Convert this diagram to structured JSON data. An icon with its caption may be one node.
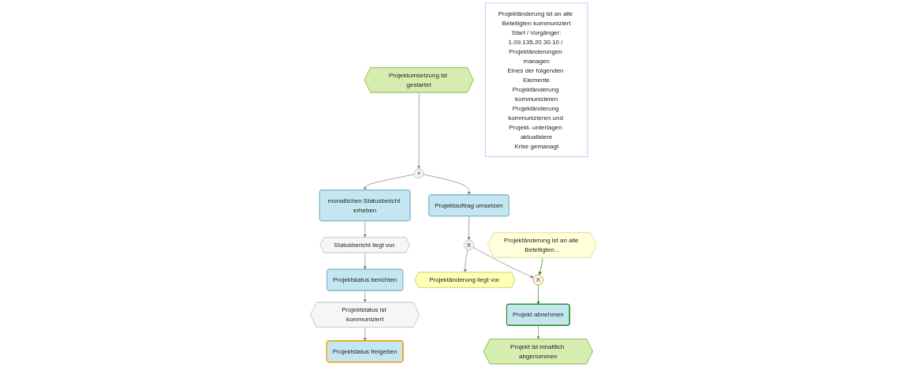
{
  "diagram": {
    "nodes": [
      {
        "text": [
          "Projektumsetzung ist gestartet"
        ]
      },
      {
        "text": [
          "+"
        ]
      },
      {
        "text": [
          "monatlichen Statusbericht erheben"
        ]
      },
      {
        "text": [
          "Projektauftrag umsetzen"
        ]
      },
      {
        "text": [
          "Statusbericht liegt vor."
        ]
      },
      {
        "text": [
          "X"
        ]
      },
      {
        "text": [
          "Projektänderung liegt vor."
        ]
      },
      {
        "text": [
          "Projektstatus berichten"
        ]
      },
      {
        "text": [
          "Projektänderung ist an alle Beteiligten..."
        ]
      },
      {
        "text": [
          "X"
        ]
      },
      {
        "text": [
          "Projektstatus ist kommuniziert"
        ]
      },
      {
        "text": [
          "Projektstatus freigeben"
        ]
      },
      {
        "text": [
          "Projekt abnehmen"
        ]
      },
      {
        "text": [
          "Projekt ist inhaltlich abgenommen"
        ]
      },
      {
        "text": [
          "Projektänderung ist an alle Beteiligten kommuniziert",
          "Start / Vorgänger:",
          "1.09.135.20.30.10 / Projektänderungen managen",
          "Eines der folgenden Elemente",
          "Projektänderung kommunizieren",
          "Projektänderung kommunizieren und Projekt- unterlagen aktualisiere",
          "Krise gemanagt"
        ]
      }
    ],
    "edges": [
      {
        "from": 0,
        "to": 1,
        "arrow": "to"
      },
      {
        "from": 1,
        "to": 2,
        "arrow": "to"
      },
      {
        "from": 1,
        "to": 3,
        "arrow": "to"
      },
      {
        "from": 2,
        "to": 4,
        "arrow": "to"
      },
      {
        "from": 4,
        "to": 7,
        "arrow": "to"
      },
      {
        "from": 3,
        "to": 5,
        "arrow": "to"
      },
      {
        "from": 5,
        "to": 6,
        "arrow": "to"
      },
      {
        "from": 5,
        "to": 9,
        "arrow": "to"
      },
      {
        "from": 8,
        "to": 9,
        "arrow": "to",
        "color": "#1a8a1a"
      },
      {
        "from": 7,
        "to": 10,
        "arrow": "to"
      },
      {
        "from": 10,
        "to": 11,
        "arrow": "to"
      },
      {
        "from": 9,
        "to": 12,
        "arrow": "to",
        "color": "#1a8a1a"
      },
      {
        "from": 12,
        "to": 13,
        "arrow": "to"
      }
    ]
  }
}
